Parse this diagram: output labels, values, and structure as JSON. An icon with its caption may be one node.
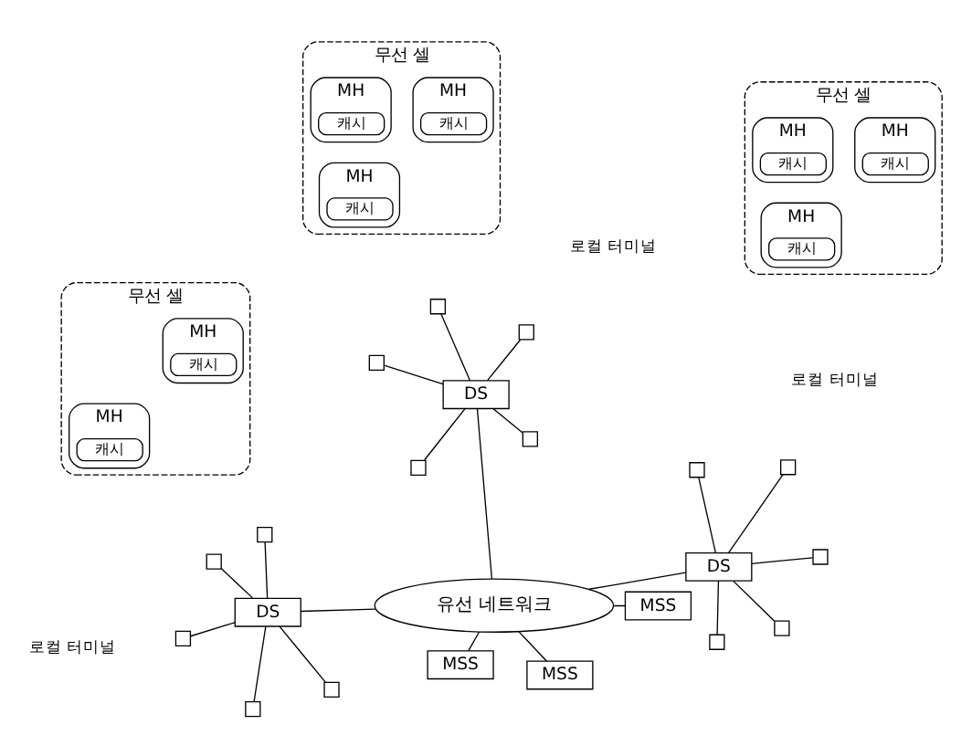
{
  "diagram": {
    "nodes": [
      {
        "text": [
          "무선 셀"
        ]
      },
      {
        "text": [
          "MH"
        ],
        "in": 0
      },
      {
        "text": [
          "캐시"
        ],
        "in": 1
      },
      {
        "text": [
          "MH"
        ],
        "in": 0
      },
      {
        "text": [
          "캐시"
        ],
        "in": 3
      },
      {
        "text": [
          "MH"
        ],
        "in": 0
      },
      {
        "text": [
          "캐시"
        ],
        "in": 5
      },
      {
        "text": [],
        "shape": "box"
      },
      {
        "text": [],
        "shape": "box"
      },
      {
        "text": [],
        "shape": "box"
      },
      {
        "text": [],
        "shape": "box"
      },
      {
        "text": [],
        "shape": "box"
      },
      {
        "text": [
          "무선 셀"
        ]
      },
      {
        "text": [
          "MH"
        ],
        "in": 12
      },
      {
        "text": [
          "캐시"
        ],
        "in": 13
      },
      {
        "text": [
          "MH"
        ],
        "in": 12
      },
      {
        "text": [
          "캐시"
        ],
        "in": 15
      },
      {
        "text": [
          "DS"
        ]
      },
      {
        "text": [
          "MSS"
        ]
      },
      {
        "text": [
          "MSS"
        ]
      },
      {
        "text": [],
        "shape": "box"
      },
      {
        "text": [],
        "shape": "box"
      },
      {
        "text": [],
        "shape": "box"
      },
      {
        "text": [],
        "shape": "box"
      },
      {
        "text": [],
        "shape": "box"
      },
      {
        "text": [
          "DS"
        ]
      },
      {
        "text": [
          "유선 네트워크"
        ]
      },
      {
        "text": [
          "DS"
        ]
      },
      {
        "text": [],
        "shape": "box"
      },
      {
        "text": [],
        "shape": "box"
      },
      {
        "text": [],
        "shape": "box"
      },
      {
        "text": [],
        "shape": "box"
      },
      {
        "text": [],
        "shape": "box"
      },
      {
        "text": [
          "MSS"
        ]
      },
      {
        "text": [
          "무선 셀"
        ]
      },
      {
        "text": [
          "MH"
        ],
        "in": 34
      },
      {
        "text": [
          "캐시"
        ],
        "in": 35
      },
      {
        "text": [
          "MH"
        ],
        "in": 34
      },
      {
        "text": [
          "캐시"
        ],
        "in": 37
      },
      {
        "text": [
          "MH"
        ],
        "in": 34
      },
      {
        "text": [
          "캐시"
        ],
        "in": 39
      }
    ],
    "edges": [
      {
        "from": 7,
        "to": 17,
        "arrow": "none"
      },
      {
        "from": 8,
        "to": 17,
        "arrow": "none"
      },
      {
        "from": 9,
        "to": 17,
        "arrow": "none"
      },
      {
        "from": 10,
        "to": 17,
        "arrow": "none"
      },
      {
        "from": 11,
        "to": 17,
        "arrow": "none"
      },
      {
        "from": 17,
        "to": 26,
        "arrow": "none"
      },
      {
        "from": 18,
        "to": 26,
        "arrow": "none"
      },
      {
        "from": 19,
        "to": 26,
        "arrow": "none"
      },
      {
        "from": 20,
        "to": 25,
        "arrow": "none"
      },
      {
        "from": 21,
        "to": 25,
        "arrow": "none"
      },
      {
        "from": 22,
        "to": 25,
        "arrow": "none"
      },
      {
        "from": 23,
        "to": 25,
        "arrow": "none"
      },
      {
        "from": 24,
        "to": 25,
        "arrow": "none"
      },
      {
        "from": 25,
        "to": 26,
        "arrow": "none"
      },
      {
        "from": 26,
        "to": 27,
        "arrow": "none"
      },
      {
        "from": 27,
        "to": 28,
        "arrow": "none"
      },
      {
        "from": 27,
        "to": 29,
        "arrow": "none"
      },
      {
        "from": 27,
        "to": 30,
        "arrow": "none"
      },
      {
        "from": 27,
        "to": 31,
        "arrow": "none"
      },
      {
        "from": 27,
        "to": 32,
        "arrow": "none"
      },
      {
        "from": 26,
        "to": 33,
        "arrow": "none"
      }
    ],
    "labels": [
      "로컬 터미널",
      "로컬 터미널",
      "로컬 터미널"
    ]
  }
}
